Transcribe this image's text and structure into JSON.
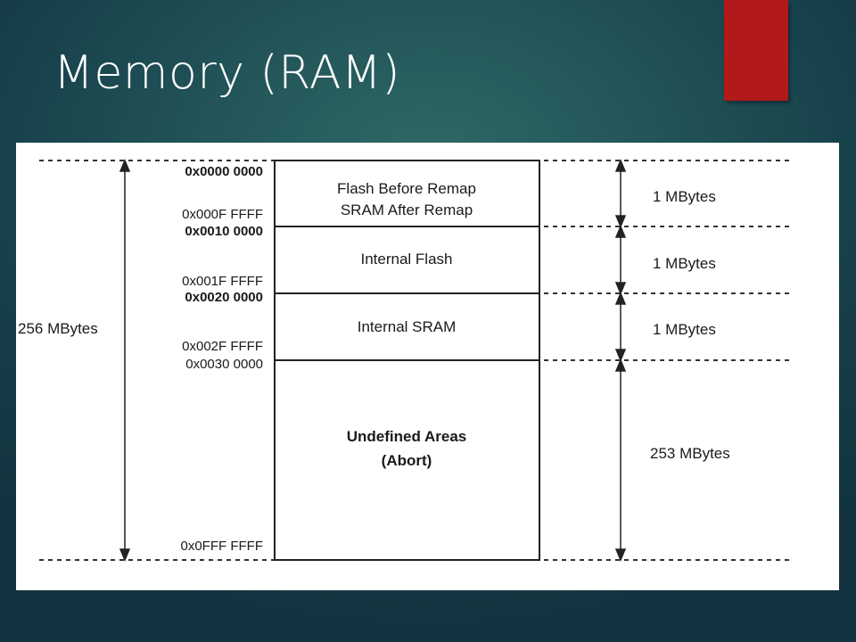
{
  "slide": {
    "title": "Memory (RAM)",
    "accent_color": "#b1191a"
  },
  "memory_map": {
    "total_size": "256 MBytes",
    "regions": [
      {
        "label_lines": [
          "Flash Before Remap",
          "SRAM After Remap"
        ],
        "start_address": "0x0000 0000",
        "end_address": "0x000F FFFF",
        "size": "1 MBytes"
      },
      {
        "label_lines": [
          "Internal Flash"
        ],
        "start_address": "0x0010 0000",
        "end_address": "0x001F FFFF",
        "size": "1 MBytes"
      },
      {
        "label_lines": [
          "Internal SRAM"
        ],
        "start_address": "0x0020 0000",
        "end_address": "0x002F FFFF",
        "size": "1 MBytes"
      },
      {
        "label_lines": [
          "Undefined Areas",
          "(Abort)"
        ],
        "start_address": "0x0030 0000",
        "end_address": "0x0FFF FFFF",
        "size": "253 MBytes"
      }
    ]
  }
}
